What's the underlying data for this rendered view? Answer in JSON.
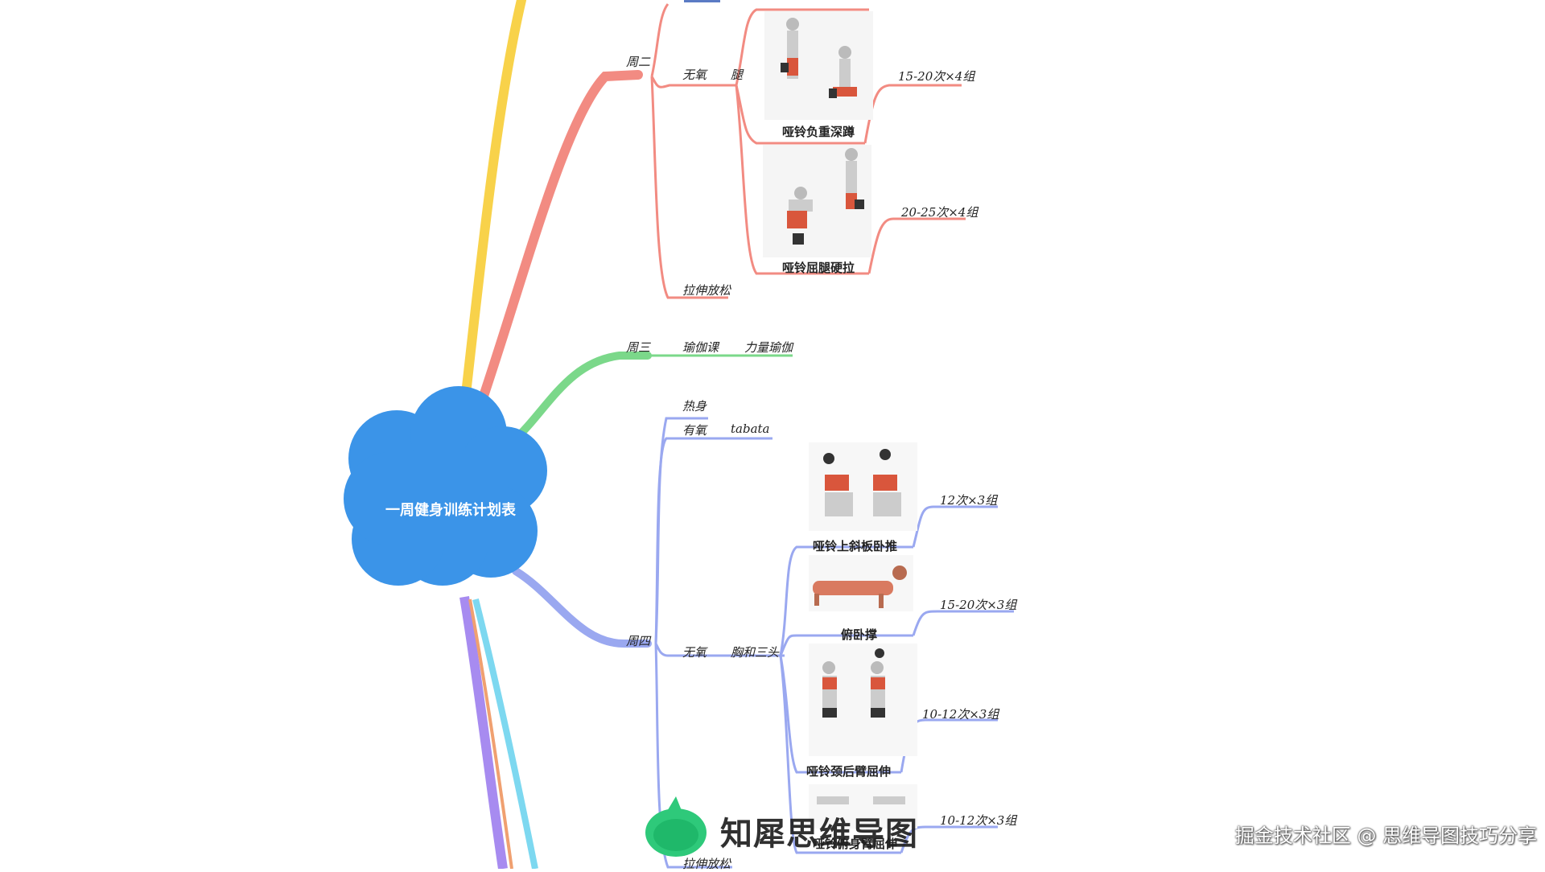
{
  "center": {
    "title": "一周健身训练计划表",
    "color": "#3b94e8"
  },
  "branch_colors": {
    "yellow": "#f8d24a",
    "red": "#f28b82",
    "green": "#7bd88a",
    "blue": "#9aa8f0",
    "purple": "#a78bf0",
    "cyan": "#7dd8f0"
  },
  "tue": {
    "day": "周二",
    "anaerobic": "无氧",
    "part": "腿",
    "ex1": {
      "name": "哑铃负重深蹲",
      "reps": "15-20次×4组"
    },
    "ex2": {
      "name": "哑铃屈腿硬拉",
      "reps": "20-25次×4组"
    },
    "stretch": "拉伸放松"
  },
  "wed": {
    "day": "周三",
    "class": "瑜伽课",
    "type": "力量瑜伽"
  },
  "thu": {
    "day": "周四",
    "warmup": "热身",
    "aerobic": "有氧",
    "aerobic_type": "tabata",
    "anaerobic": "无氧",
    "part": "胸和三头",
    "ex1": {
      "name": "哑铃上斜板卧推",
      "reps": "12次×3组"
    },
    "ex2": {
      "name": "俯卧撑",
      "reps": "15-20次×3组"
    },
    "ex3": {
      "name": "哑铃颈后臂屈伸",
      "reps": "10-12次×3组"
    },
    "ex4": {
      "name": "哑铃俯身臂屈伸",
      "reps": "10-12次×3组"
    },
    "stretch": "拉伸放松"
  },
  "watermark": {
    "brand": "知犀思维导图",
    "corner": "掘金技术社区 @ 思维导图技巧分享"
  }
}
